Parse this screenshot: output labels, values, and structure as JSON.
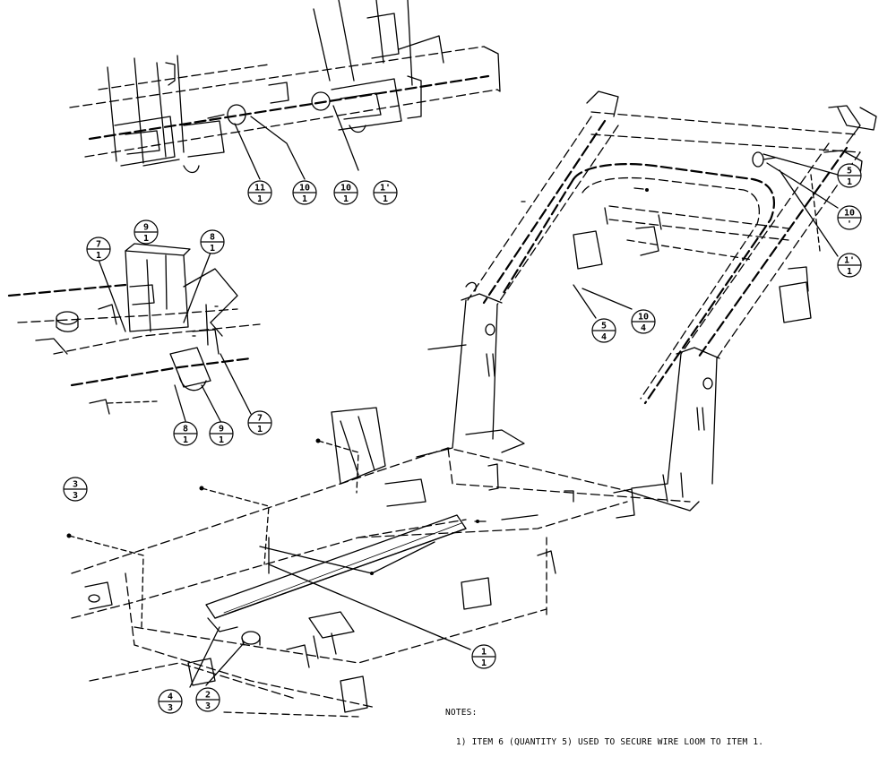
{
  "notes": {
    "heading": "NOTES:",
    "line1": "1) ITEM 6 (QUANTITY 5) USED TO SECURE WIRE LOOM TO ITEM 1."
  },
  "callouts": [
    {
      "id": "c-top-11",
      "num": "11",
      "qty": "1"
    },
    {
      "id": "c-top-10a",
      "num": "10",
      "qty": "1"
    },
    {
      "id": "c-top-10b",
      "num": "10",
      "qty": "1"
    },
    {
      "id": "c-top-1",
      "num": "1'",
      "qty": "1"
    },
    {
      "id": "c-r-5",
      "num": "5",
      "qty": "1"
    },
    {
      "id": "c-r-10",
      "num": "10",
      "qty": "'"
    },
    {
      "id": "c-r-1",
      "num": "1'",
      "qty": "1"
    },
    {
      "id": "c-m-5",
      "num": "5",
      "qty": "4"
    },
    {
      "id": "c-m-10",
      "num": "10",
      "qty": "4"
    },
    {
      "id": "c-l-7a",
      "num": "7",
      "qty": "1"
    },
    {
      "id": "c-l-9a",
      "num": "9",
      "qty": "1"
    },
    {
      "id": "c-l-8a",
      "num": "8",
      "qty": "1"
    },
    {
      "id": "c-l-8b",
      "num": "8",
      "qty": "1"
    },
    {
      "id": "c-l-9b",
      "num": "9",
      "qty": "1"
    },
    {
      "id": "c-l-7b",
      "num": "7",
      "qty": "1"
    },
    {
      "id": "c-b-3",
      "num": "3",
      "qty": "3"
    },
    {
      "id": "c-b-1",
      "num": "1",
      "qty": "1"
    },
    {
      "id": "c-b-4",
      "num": "4",
      "qty": "3"
    },
    {
      "id": "c-b-2",
      "num": "2",
      "qty": "3"
    }
  ]
}
